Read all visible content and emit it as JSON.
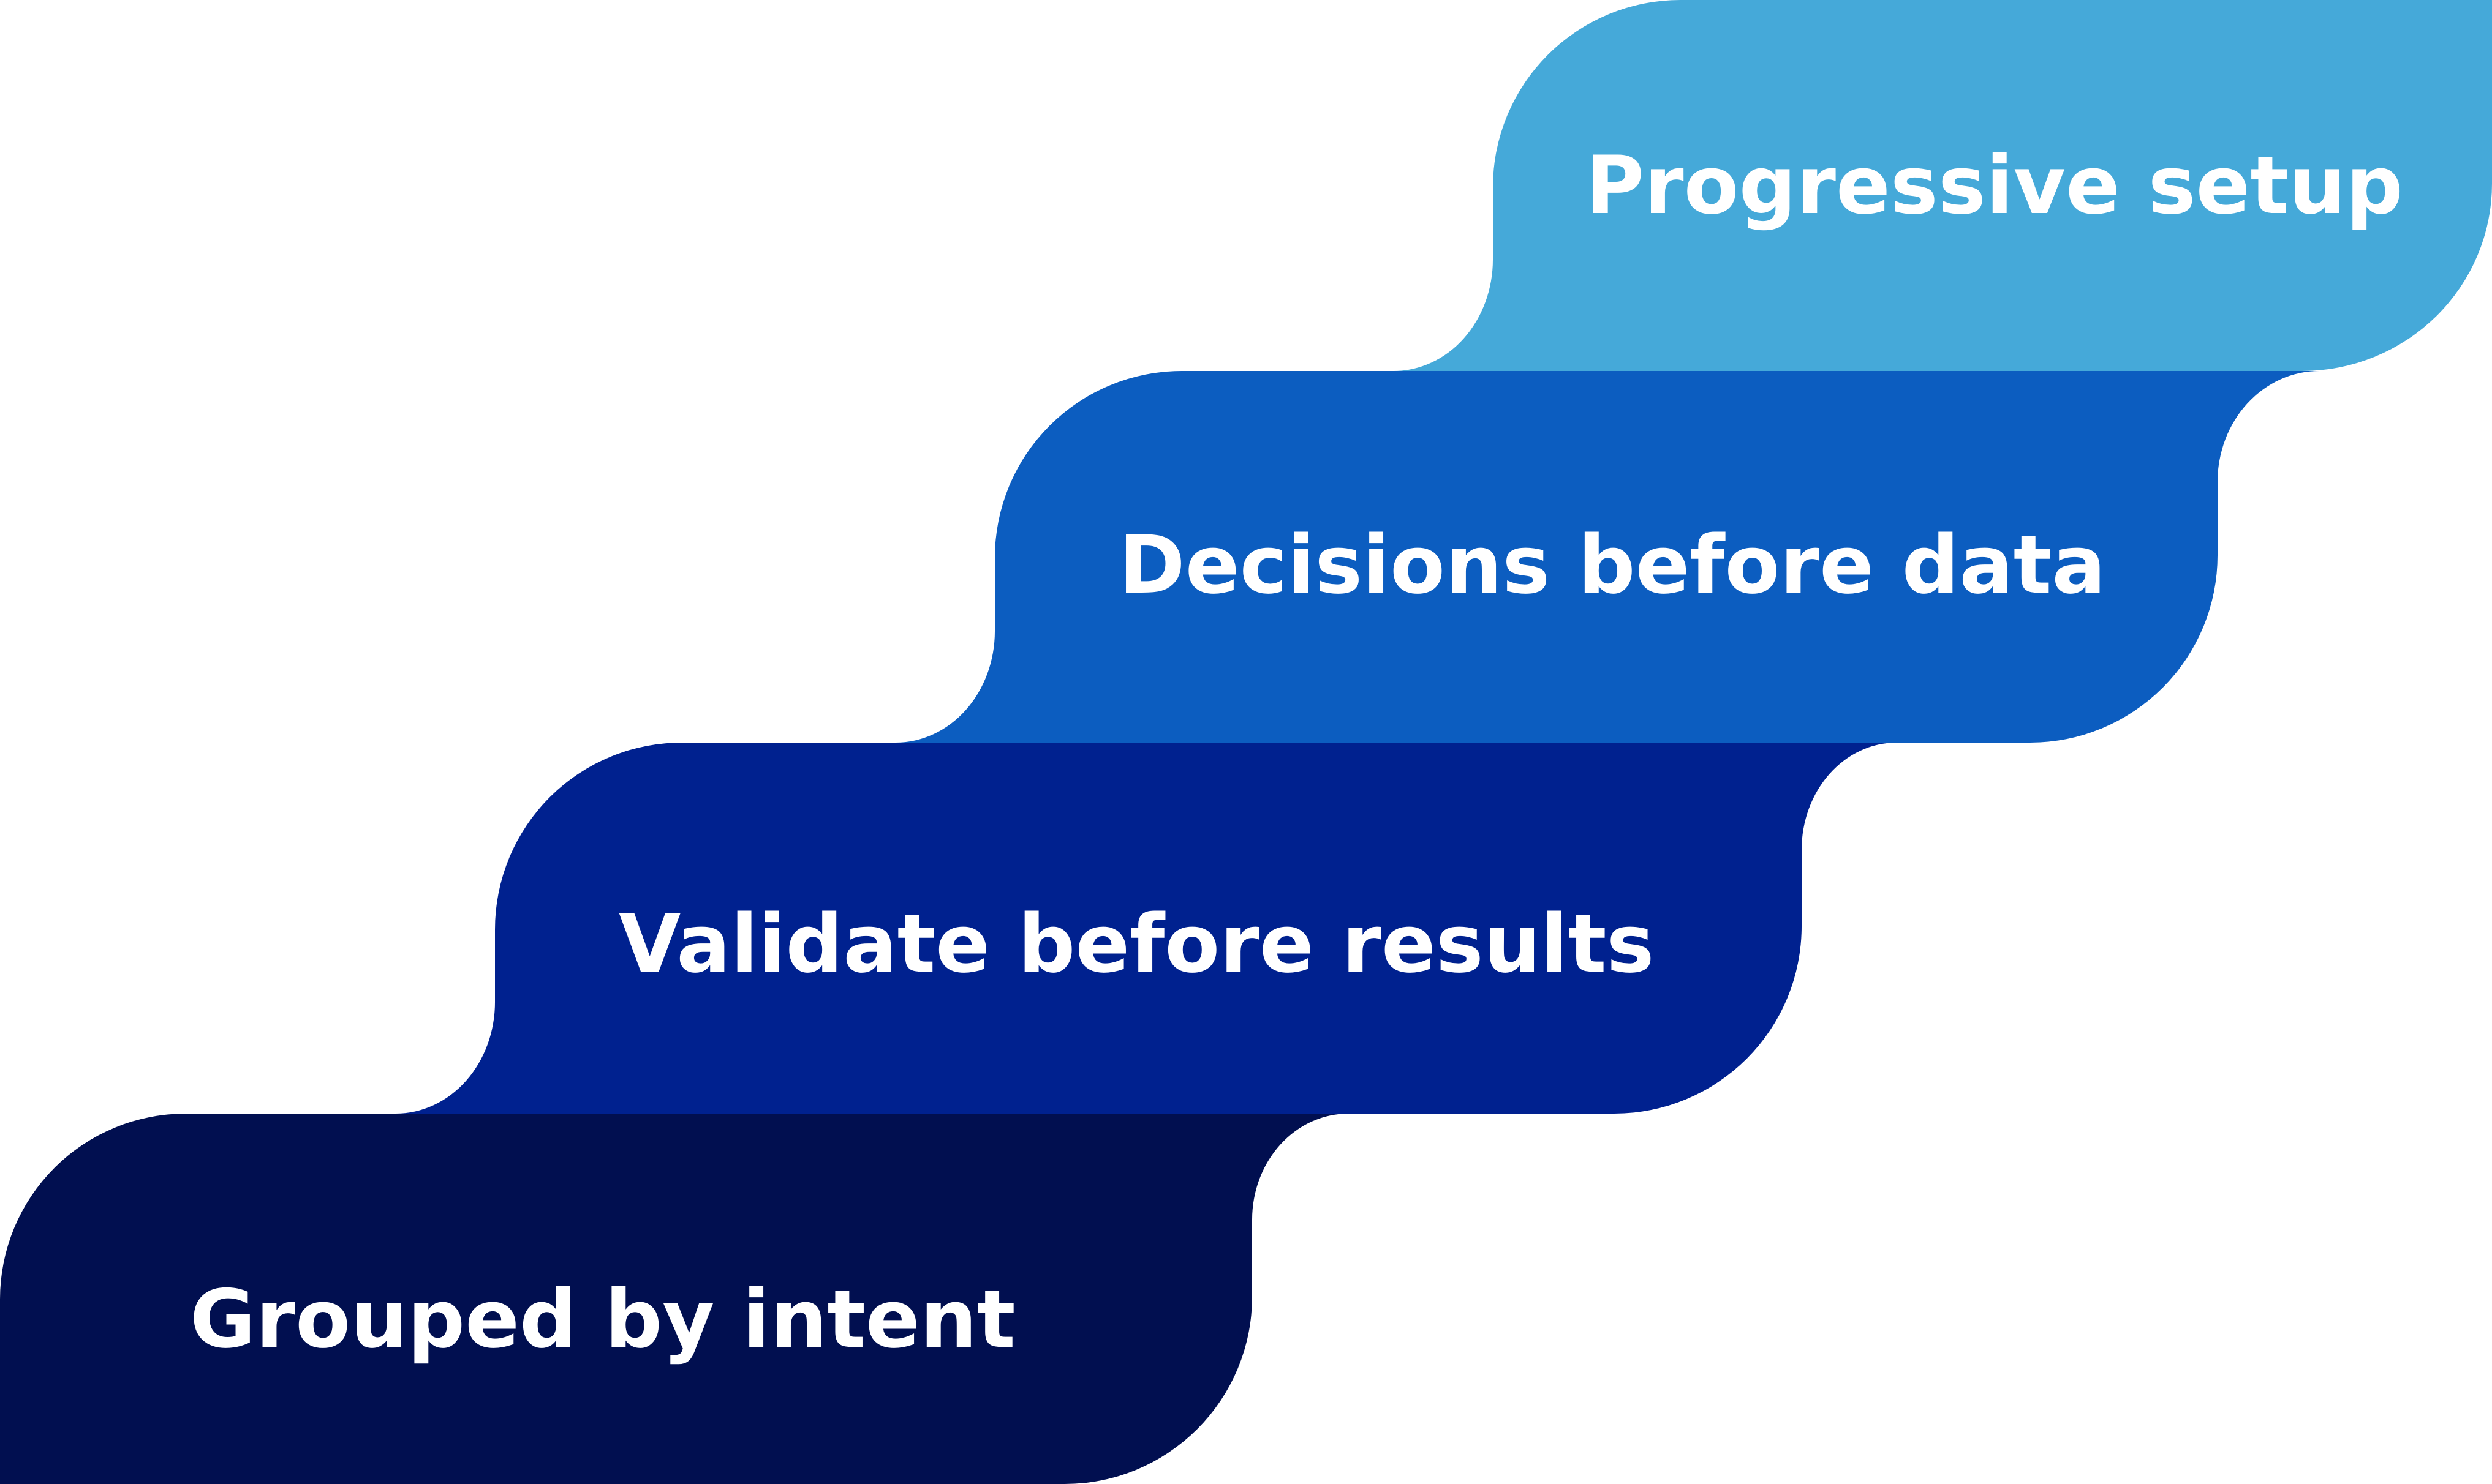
{
  "steps": [
    {
      "label": "Grouped by intent",
      "color": "#010F50"
    },
    {
      "label": "Validate before results",
      "color": "#00218F"
    },
    {
      "label": "Decisions before data",
      "color": "#0C5DC0"
    },
    {
      "label": "Progressive setup",
      "color": "#45A9D9"
    }
  ]
}
